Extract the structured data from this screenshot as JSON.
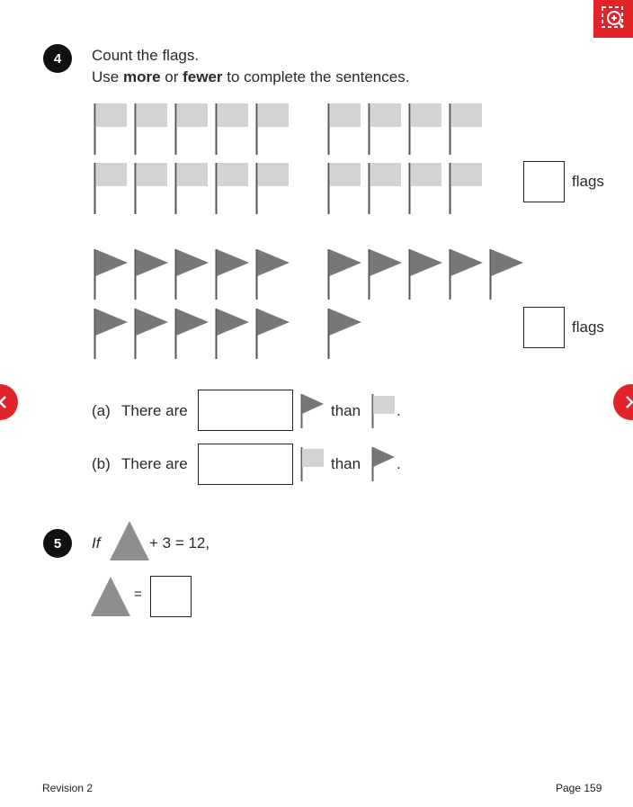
{
  "colors": {
    "accent": "#e0242a",
    "rect_flag": "#d3d3d3",
    "tri_flag": "#777777",
    "shape": "#8e8e8e"
  },
  "q4": {
    "number": "4",
    "instruction_line1": "Count the flags.",
    "instruction_line2_pre": "Use ",
    "word_more": "more",
    "word_or": " or ",
    "word_fewer": "fewer",
    "instruction_line2_post": " to complete the sentences.",
    "rect_flag_count": 18,
    "triangle_flag_count": 16,
    "flags_label_1": "flags",
    "flags_label_2": "flags",
    "part_a_label": "(a)",
    "part_a_text": "There are",
    "part_a_than": "than",
    "part_a_end": ".",
    "part_b_label": "(b)",
    "part_b_text": "There are",
    "part_b_than": "than",
    "part_b_end": "."
  },
  "q5": {
    "number": "5",
    "if_text": "If",
    "plus_text": "+ 3 = 12,",
    "equals_text": "="
  },
  "footer": {
    "left": "Revision 2",
    "right": "Page 159"
  },
  "icons": {
    "zoom": "zoom-in-icon",
    "prev": "chevron-left-icon",
    "next": "chevron-right-icon"
  }
}
